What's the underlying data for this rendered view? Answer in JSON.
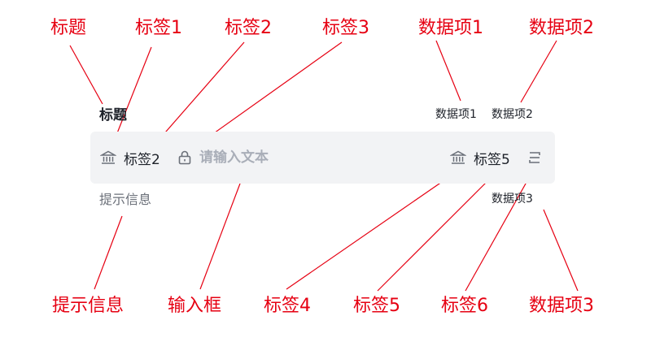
{
  "callouts": {
    "title": "标题",
    "tag1": "标签1",
    "tag2": "标签2",
    "tag3": "标签3",
    "data1": "数据项1",
    "data2": "数据项2",
    "hint": "提示信息",
    "input": "输入框",
    "tag4": "标签4",
    "tag5": "标签5",
    "tag6": "标签6",
    "data3": "数据项3"
  },
  "field": {
    "title": "标题",
    "data_item_1": "数据项1",
    "data_item_2": "数据项2",
    "prefix_icon": "bank-icon",
    "prefix_tag_text": "标签2",
    "lock_icon": "lock-icon",
    "input_placeholder": "请输入文本",
    "input_value": "",
    "suffix_icon": "bank-icon",
    "suffix_tag_text": "标签5",
    "suffix_end_icon": "toggle-icon",
    "data_item_3": "数据项3",
    "hint": "提示信息"
  },
  "colors": {
    "callout": "#e60012",
    "field_background": "#f2f3f5",
    "text_primary": "#1d2129",
    "placeholder": "#a9aeb8",
    "hint": "#6b7079"
  }
}
